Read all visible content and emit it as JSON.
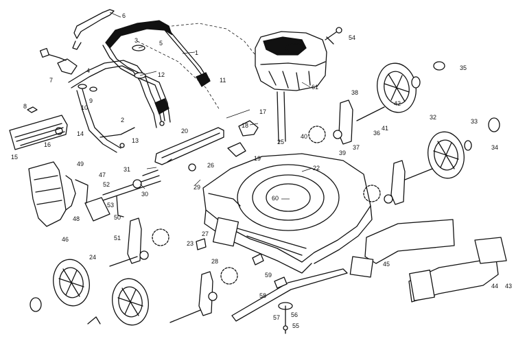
{
  "diagram": {
    "callouts": [
      "1",
      "2",
      "3",
      "4",
      "5",
      "6",
      "7",
      "8",
      "9",
      "10",
      "11",
      "12",
      "13",
      "14",
      "15",
      "16",
      "17",
      "18",
      "19",
      "20",
      "22",
      "23",
      "24",
      "25",
      "26",
      "27",
      "28",
      "29",
      "30",
      "31",
      "32",
      "33",
      "34",
      "35",
      "36",
      "37",
      "38",
      "39",
      "40",
      "41",
      "42",
      "43",
      "44",
      "45",
      "46",
      "47",
      "48",
      "49",
      "50",
      "51",
      "52",
      "53",
      "54",
      "55",
      "56",
      "57",
      "58",
      "59",
      "60",
      "61"
    ]
  }
}
